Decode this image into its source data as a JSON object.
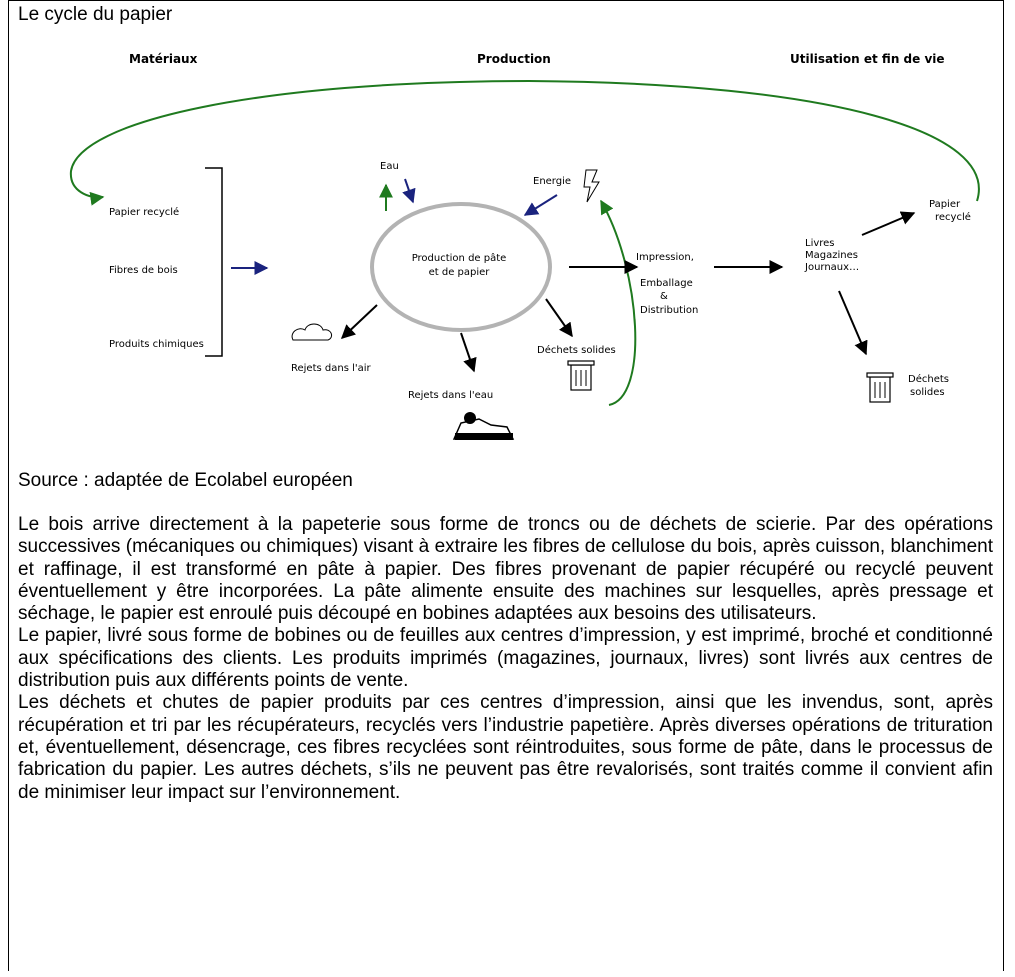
{
  "title": "Le cycle du papier",
  "columns": {
    "materials": "Matériaux",
    "production": "Production",
    "use": "Utilisation et fin de vie"
  },
  "nodes": {
    "papier_recycle_left": "Papier recyclé",
    "fibres_bois": "Fibres de bois",
    "produits_chimiques": "Produits chimiques",
    "eau": "Eau",
    "energie": "Energie",
    "production_line1": "Production de pâte",
    "production_line2": "et de papier",
    "rejets_air": "Rejets dans l'air",
    "rejets_eau": "Rejets dans l'eau",
    "dechets_solides_center": "Déchets solides",
    "impression_line1": "Impression,",
    "impression_line2": "Emballage",
    "impression_line3": "&",
    "impression_line4": "Distribution",
    "produits_line1": "Livres",
    "produits_line2": "Magazines",
    "produits_line3": "Journaux…",
    "papier_recycle_right_line1": "Papier",
    "papier_recycle_right_line2": "recyclé",
    "dechets_right_line1": "Déchets",
    "dechets_right_line2": "solides"
  },
  "colors": {
    "recycle_arrow": "#1f7a1f",
    "input_arrow": "#1a237e",
    "flow_arrow": "#000000",
    "ellipse": "#b3b3b3"
  },
  "source": "Source : adaptée de Ecolabel européen",
  "paragraphs": [
    "Le bois arrive directement à la papeterie sous forme de troncs ou de déchets de scierie. Par des opérations successives (mécaniques ou chimiques) visant à extraire les fibres de cellulose du bois, après cuisson, blanchiment et raffinage, il est transformé en pâte à papier. Des fibres provenant de papier récupéré ou recyclé peuvent éventuellement y être incorporées. La pâte alimente ensuite des machines sur lesquelles, après pressage et séchage, le papier est enroulé puis découpé en bobines adaptées aux besoins des utilisateurs.",
    "Le papier, livré sous forme de bobines ou de feuilles aux centres d’impression, y est imprimé, broché et conditionné aux spécifications des clients. Les produits imprimés (magazines, journaux, livres) sont livrés aux centres de distribution puis aux différents points de vente.",
    "Les déchets et chutes de papier produits par ces centres d’impression, ainsi que les invendus, sont, après récupération et tri par les récupérateurs, recyclés vers l’industrie papetière. Après diverses opérations de trituration et, éventuellement, désencrage, ces fibres recyclées sont réintroduites, sous forme de pâte, dans le processus de fabrication du papier. Les autres déchets, s’ils ne peuvent pas être revalorisés, sont traités comme il convient afin de minimiser leur impact sur l’environnement."
  ]
}
